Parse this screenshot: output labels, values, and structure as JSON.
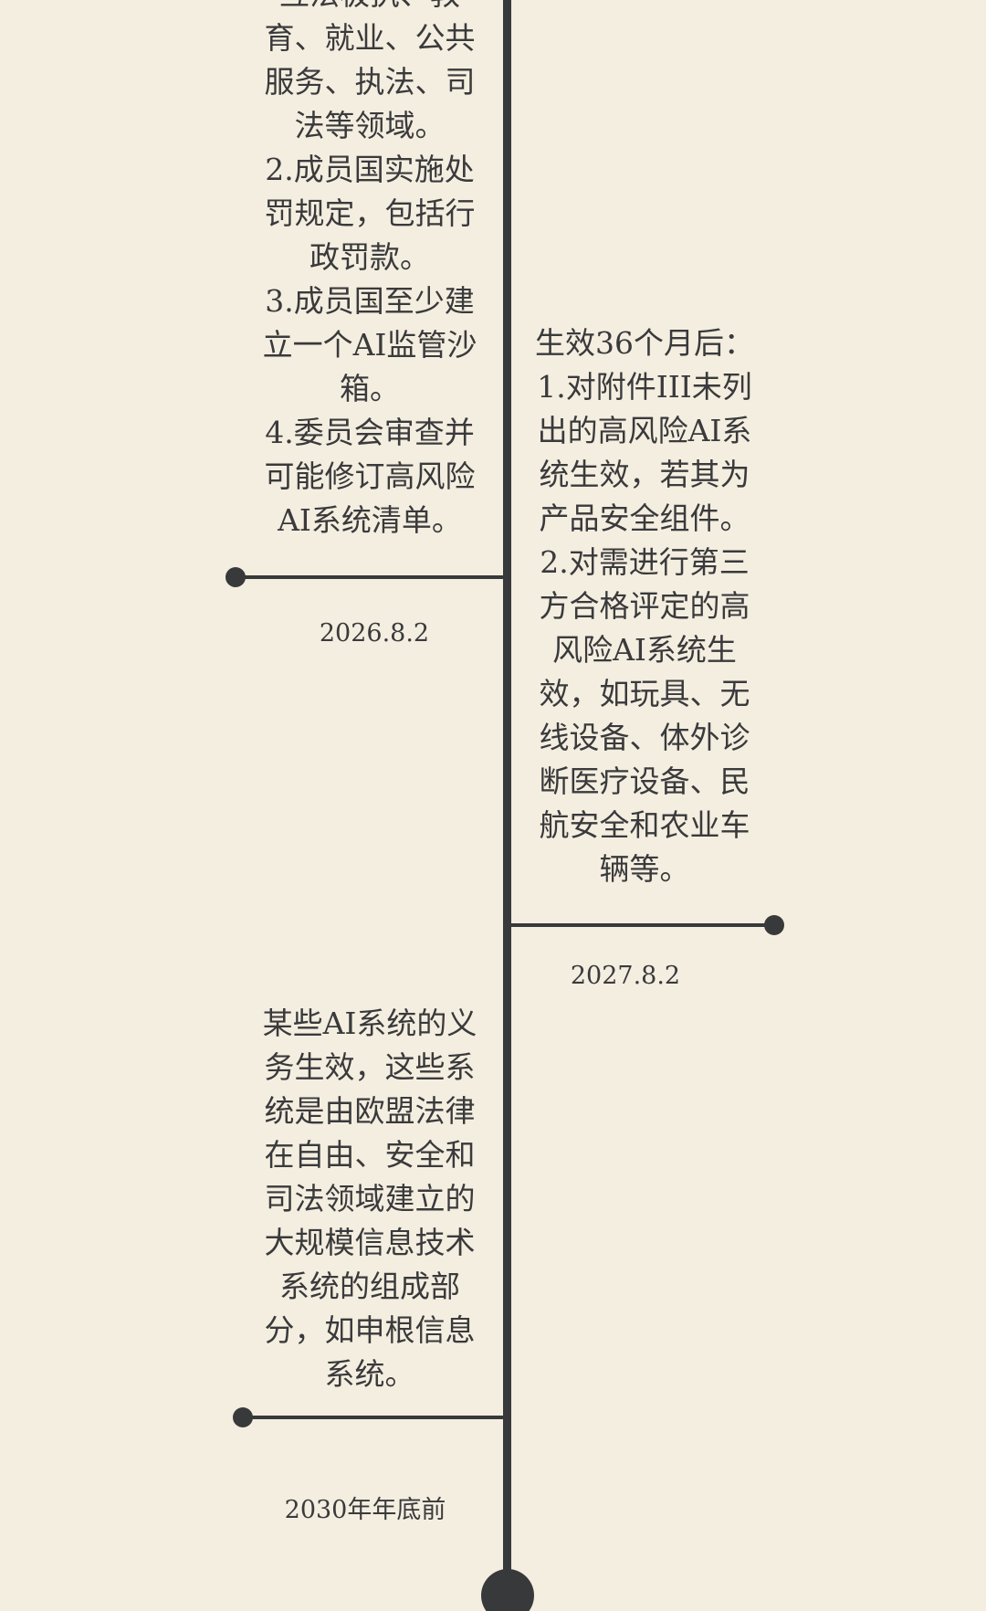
{
  "events": [
    {
      "text": "互法极执、教\n育、就业、公共\n服务、执法、司\n法等领域。\n 2.成员国实施处\n罚规定，包括行\n政罚款。\n 3.成员国至少建\n立一个AI监管沙\n箱。\n 4.委员会审查并\n可能修订高风险\nAI系统清单。",
      "date": "2026.8.2"
    },
    {
      "text": "生效36个月后：\n 1.对附件III未列\n出的高风险AI系\n统生效，若其为\n产品安全组件。\n 2.对需进行第三\n方合格评定的高\n风险AI系统生\n效，如玩具、无\n线设备、体外诊\n断医疗设备、民\n航安全和农业车\n辆等。",
      "date": "2027.8.2"
    },
    {
      "text": "某些AI系统的义\n务生效，这些系\n统是由欧盟法律\n在自由、安全和\n司法领域建立的\n大规模信息技术\n系统的组成部\n分，如申根信息\n系统。",
      "date": "2030年年底前"
    }
  ]
}
